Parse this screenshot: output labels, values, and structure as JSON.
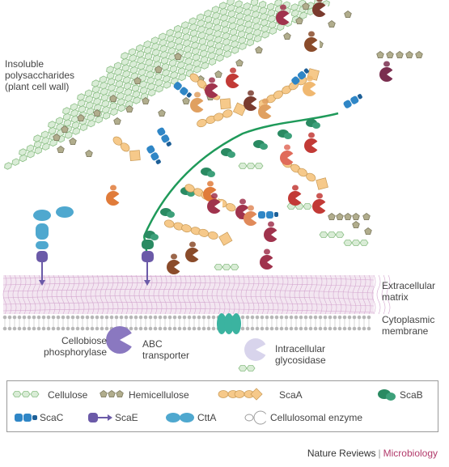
{
  "labels": {
    "insoluble": [
      "Insoluble",
      "polysaccharides",
      "(plant cell wall)"
    ],
    "extracellular": [
      "Extracellular",
      "matrix"
    ],
    "cytoplasmic": [
      "Cytoplasmic",
      "membrane"
    ],
    "cellobiose": [
      "Cellobiose",
      "phosphorylase"
    ],
    "abc": [
      "ABC",
      "transporter"
    ],
    "intracellular": [
      "Intracellular",
      "glycosidase"
    ]
  },
  "legend": {
    "items": [
      {
        "label": "Cellulose",
        "icon": "cellulose-icon"
      },
      {
        "label": "Hemicellulose",
        "icon": "hemicellulose-icon"
      },
      {
        "label": "ScaA",
        "icon": "scaa-icon"
      },
      {
        "label": "ScaB",
        "icon": "scab-icon"
      },
      {
        "label": "ScaC",
        "icon": "scac-icon"
      },
      {
        "label": "ScaE",
        "icon": "scae-icon"
      },
      {
        "label": "CttA",
        "icon": "ctta-icon"
      },
      {
        "label": "Cellulosomal enzyme",
        "icon": "cellulosomal-enzyme-icon"
      }
    ]
  },
  "credit": {
    "journal": "Nature Reviews",
    "subject": "Microbiology"
  },
  "colors": {
    "cellulose": "#d9ecd6",
    "hemicellulose": "#b1ad8d",
    "scaA": "#f6c98a",
    "scaB": "#2a8a62",
    "scaC": "#2f86c6",
    "scaE": "#6b5aa8",
    "cttA": "#4fa8cf",
    "membrane": "#d9b6d6",
    "backbone": "#1f9a5a"
  }
}
